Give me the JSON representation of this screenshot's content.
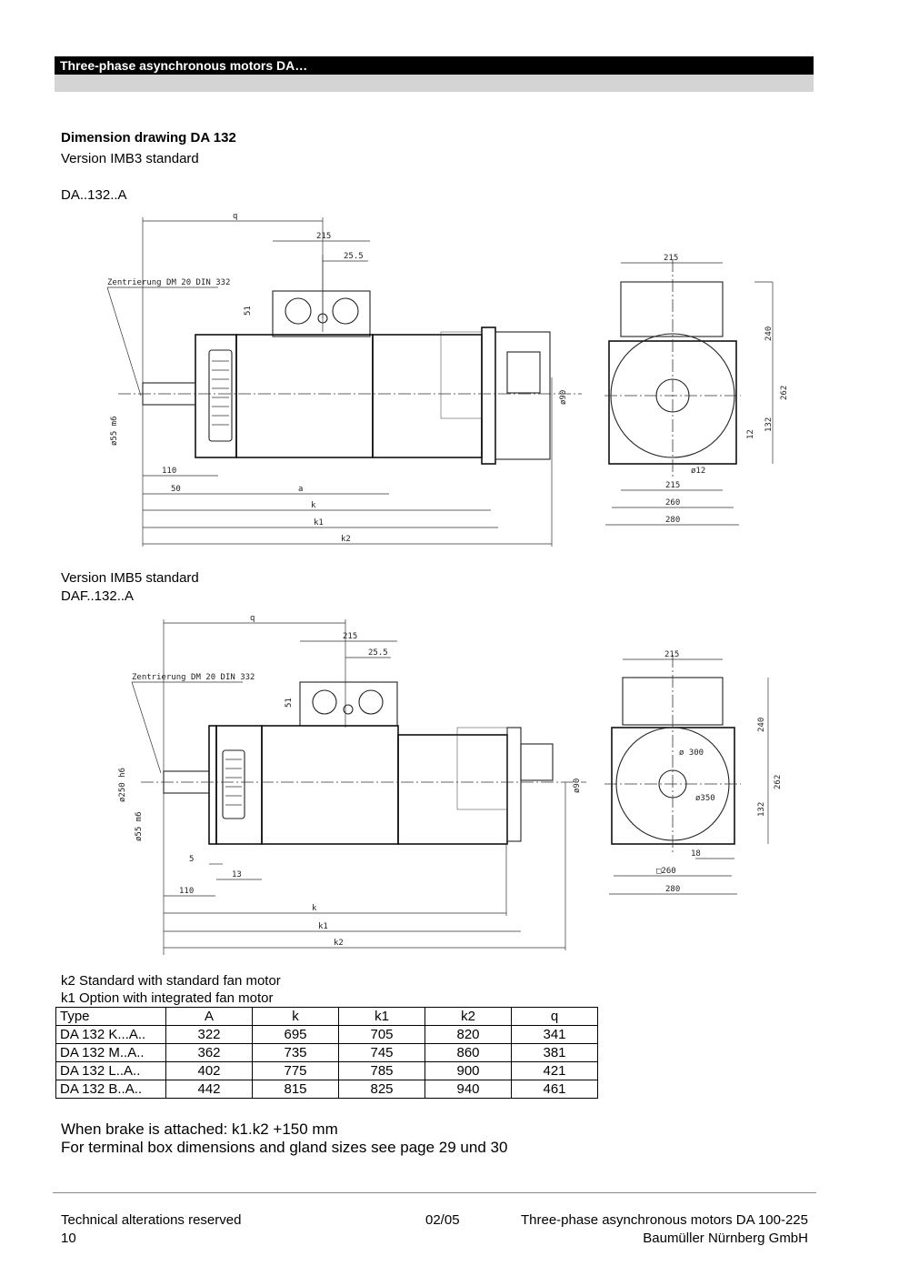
{
  "header": {
    "title": "Three-phase asynchronous motors DA…"
  },
  "section": {
    "title": "Dimension drawing DA 132",
    "version1": "Version IMB3 standard",
    "model1": "DA..132..A",
    "version2": "Version IMB5 standard",
    "model2": "DAF..132..A"
  },
  "drawing1": {
    "labels": {
      "q": "q",
      "d215": "215",
      "d25_5": "25.5",
      "centering": "Zentrierung DM 20 DIN 332",
      "d51": "51",
      "d55": "ø55 m6",
      "d90": "ø90",
      "d110": "110",
      "d50": "50",
      "a": "a",
      "k": "k",
      "k1": "k1",
      "k2": "k2",
      "side215": "215",
      "side240": "240",
      "side262": "262",
      "side132": "132",
      "side12": "12",
      "phi12": "ø12",
      "b215": "215",
      "b260": "260",
      "b280": "280"
    }
  },
  "drawing2": {
    "labels": {
      "q": "q",
      "d215": "215",
      "d25_5": "25.5",
      "centering": "Zentrierung DM 20 DIN 332",
      "d51": "51",
      "d250": "ø250 h6",
      "d55": "ø55 m6",
      "d90": "ø90",
      "d5": "5",
      "d13": "13",
      "d110": "110",
      "k": "k",
      "k1": "k1",
      "k2": "k2",
      "side215": "215",
      "side240": "240",
      "side262": "262",
      "side132": "132",
      "d300": "ø 300",
      "d350": "ø350",
      "d18": "18",
      "sq260": "□260",
      "b280": "280"
    }
  },
  "notes": {
    "k2": "k2 Standard with standard fan motor",
    "k1": "k1 Option with integrated fan motor"
  },
  "table": {
    "headers": [
      "Type",
      "A",
      "k",
      "k1",
      "k2",
      "q"
    ],
    "rows": [
      [
        "DA 132 K...A..",
        "322",
        "695",
        "705",
        "820",
        "341"
      ],
      [
        "DA 132 M..A..",
        "362",
        "735",
        "745",
        "860",
        "381"
      ],
      [
        "DA 132 L..A..",
        "402",
        "775",
        "785",
        "900",
        "421"
      ],
      [
        "DA 132 B..A..",
        "442",
        "815",
        "825",
        "940",
        "461"
      ]
    ]
  },
  "remarks": {
    "brake": "When brake is attached: k1.k2 +150 mm",
    "terminal": "For terminal box dimensions and gland sizes see page 29 und 30"
  },
  "footer": {
    "left1": "Technical alterations reserved",
    "page": "10",
    "date": "02/05",
    "product": "Three-phase asynchronous motors DA 100-225",
    "company": "Baumüller Nürnberg GmbH"
  }
}
